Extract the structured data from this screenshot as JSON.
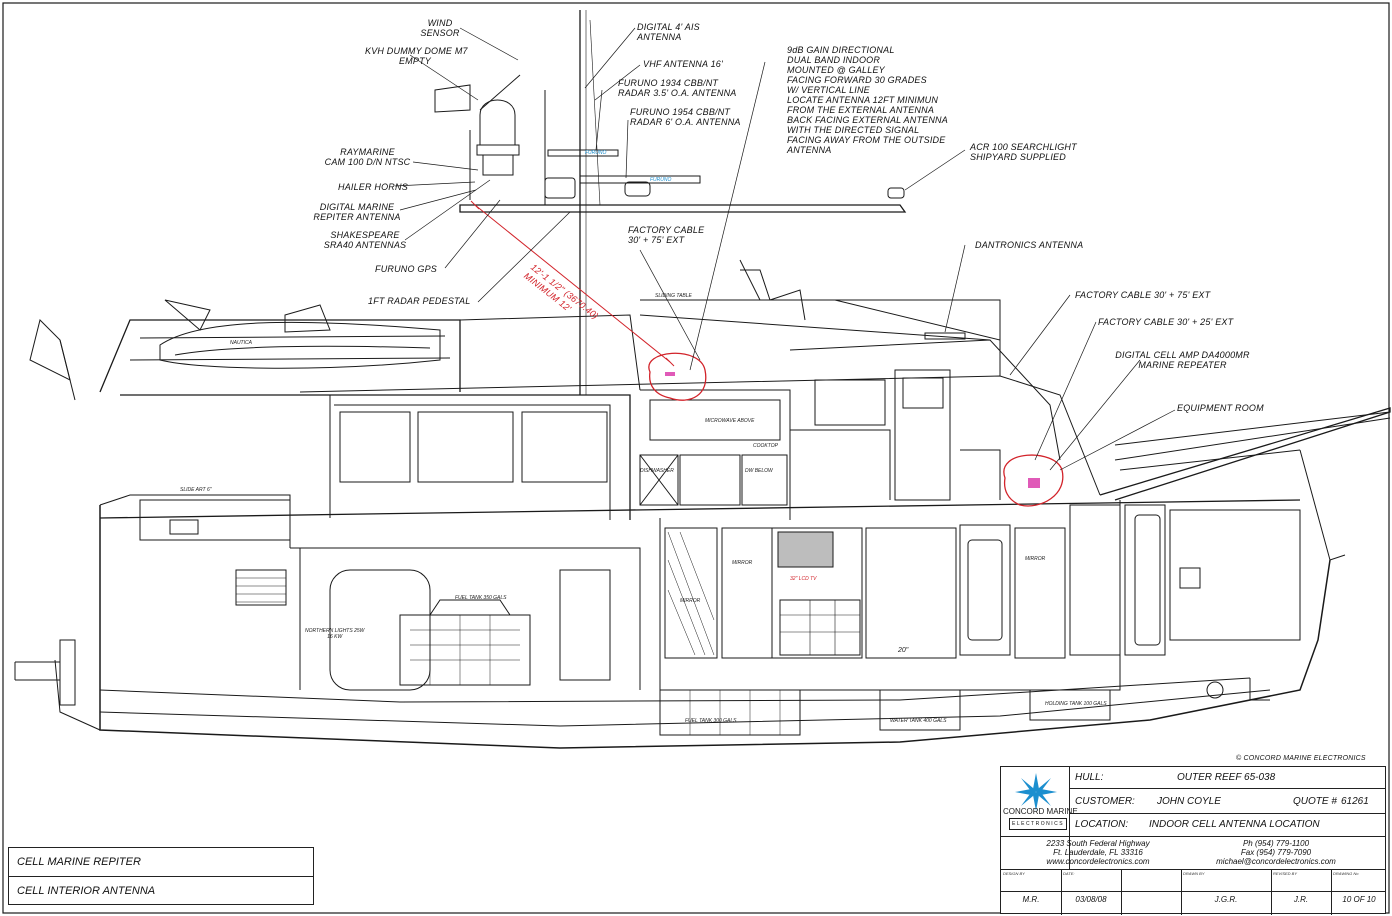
{
  "labels": {
    "wind_sensor": "WIND\nSENSOR",
    "kvh": "KVH DUMMY DOME M7\nEMPTY",
    "raymarine": "RAYMARINE\nCAM 100 D/N NTSC",
    "hailer": "HAILER HORNS",
    "digital_marine": "DIGITAL MARINE\nREPITER ANTENNA",
    "shakespeare": "SHAKESPEARE\nSRA40 ANTENNAS",
    "furuno_gps": "FURUNO GPS",
    "radar_pedestal": "1FT RADAR PEDESTAL",
    "ais": "DIGITAL 4' AIS\nANTENNA",
    "vhf": "VHF ANTENNA 16'",
    "furuno_1934": "FURUNO 1934 CBB/NT\nRADAR 3.5' O.A. ANTENNA",
    "furuno_1954": "FURUNO 1954 CBB/NT\nRADAR 6' O.A. ANTENNA",
    "factory_cable_top": "FACTORY CABLE\n30' + 75' EXT",
    "directional": "9dB GAIN DIRECTIONAL\nDUAL BAND INDOOR\nMOUNTED @ GALLEY\nFACING FORWARD 30 GRADES\nW/ VERTICAL LINE\nLOCATE ANTENNA 12FT MINIMUN\nFROM THE EXTERNAL ANTENNA\nBACK FACING EXTERNAL ANTENNA\nWITH THE DIRECTED SIGNAL\nFACING AWAY FROM THE OUTSIDE\nANTENNA",
    "acr": "ACR 100 SEARCHLIGHT\nSHIPYARD SUPPLIED",
    "dantronics": "DANTRONICS ANTENNA",
    "factory_cable_75": "FACTORY CABLE 30' + 75' EXT",
    "factory_cable_25": "FACTORY CABLE 30' + 25' EXT",
    "cell_amp": "DIGITAL CELL AMP DA4000MR\nMARINE REPEATER",
    "equipment_room": "EQUIPMENT ROOM",
    "dimension": "12'-1 1/2\" (3670.40)\nMINIMUM 12'",
    "copyright": "© CONCORD MARINE ELECTRONICS"
  },
  "interior_labels": {
    "nautica": "NAUTICA",
    "sliding_table": "SLIDING TABLE",
    "slide_art": "SLIDE ART 6\"",
    "microwave": "MICROWAVE ABOVE",
    "cooktop": "COOKTOP",
    "dishwasher": "DISHWASHER",
    "dw_below": "DW BELOW",
    "fuel_tank_top": "FUEL TANK 350 GALS",
    "northern_lights": "NORTHERN LIGHTS 25W\n16 KW",
    "mirror1": "MIRROR",
    "mirror2": "MIRROR",
    "mirror3": "MIRROR",
    "tv": "32\" LCD TV",
    "fuel_tank_bottom": "FUEL TANK 300 GALS",
    "water_tank": "WATER TANK 400 GALS",
    "holding_tank": "HOLDING TANK 100 GALS",
    "dim_20": "20\"",
    "furuno_radar_small": "FURUNO",
    "furuno_radar_large": "FURUNO"
  },
  "title_block": {
    "company_name": "CONCORD MARINE",
    "company_sub": "ELECTRONICS",
    "hull_label": "HULL:",
    "hull_value": "OUTER REEF 65-038",
    "customer_label": "CUSTOMER:",
    "customer_value": "JOHN COYLE",
    "quote_label": "QUOTE #",
    "quote_value": "61261",
    "location_label": "LOCATION:",
    "location_value": "INDOOR CELL ANTENNA LOCATION",
    "address": "2233 South Federal Highway\nFt. Lauderdale, FL 33316\nwww.concordelectronics.com",
    "phone": "Ph (954) 779-1100\nFax (954) 779-7090\nmichael@concordelectronics.com",
    "design_by_label": "DESIGN BY",
    "design_by": "M.R.",
    "date_label": "DATE:",
    "date": "03/08/08",
    "drawn_by_label": "DRAWN BY",
    "drawn_by": "J.G.R.",
    "revised_by_label": "REVISED BY",
    "revised_by": "J.R.",
    "drawing_no_label": "DRAWING No",
    "drawing_no": "10 OF 10"
  },
  "legend": {
    "items": [
      {
        "label": "CELL MARINE REPITER"
      },
      {
        "label": "CELL INTERIOR ANTENNA"
      }
    ]
  },
  "colors": {
    "ink": "#1a1a1a",
    "markup_red": "#d2232a",
    "marker_pink": "#e05ab8",
    "logo_blue": "#1c8fcf"
  }
}
